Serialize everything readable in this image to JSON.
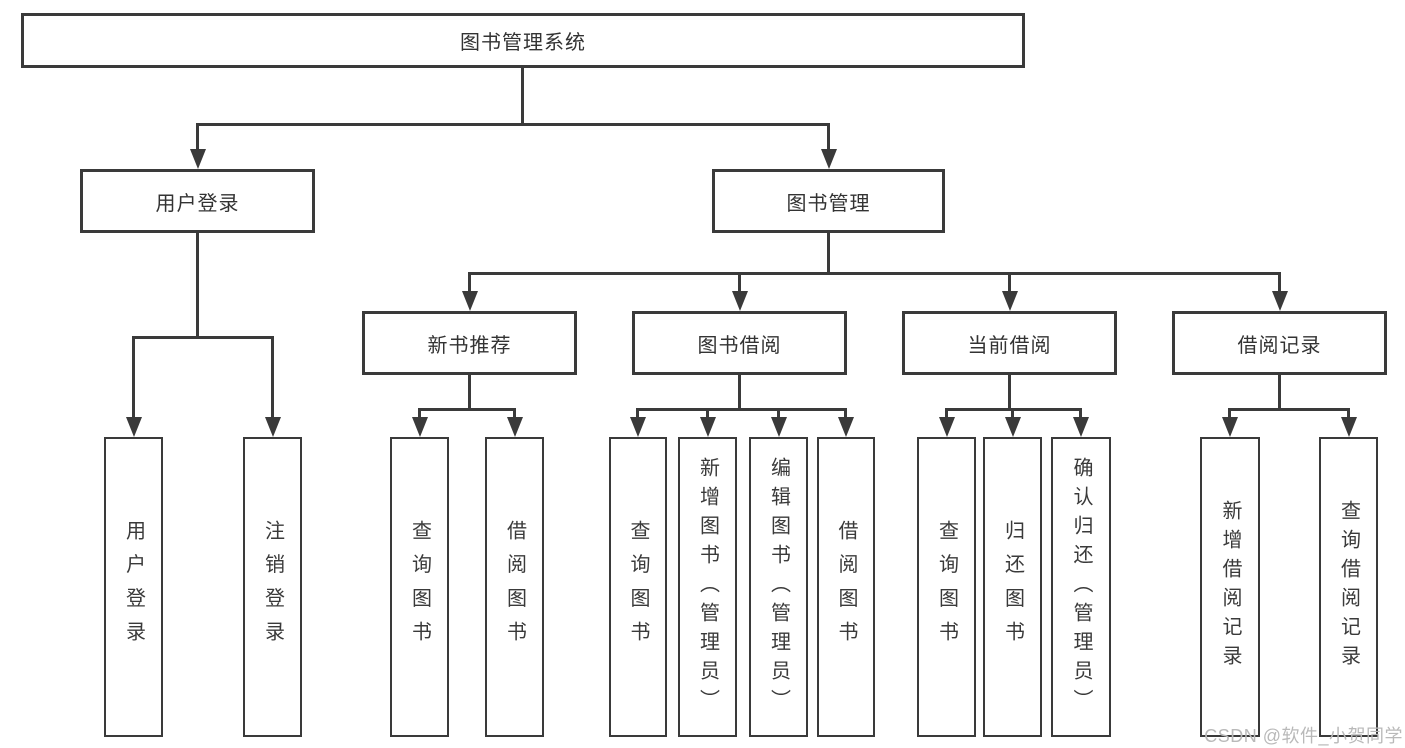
{
  "tree": {
    "root": {
      "label": "图书管理系统"
    },
    "login": {
      "label": "用户登录",
      "children": [
        {
          "label": "用户登录"
        },
        {
          "label": "注销登录"
        }
      ]
    },
    "mgmt": {
      "label": "图书管理",
      "sections": [
        {
          "label": "新书推荐",
          "children": [
            {
              "label": "查询图书"
            },
            {
              "label": "借阅图书"
            }
          ]
        },
        {
          "label": "图书借阅",
          "children": [
            {
              "label": "查询图书"
            },
            {
              "label": "新增图书（管理员）"
            },
            {
              "label": "编辑图书（管理员）"
            },
            {
              "label": "借阅图书"
            }
          ]
        },
        {
          "label": "当前借阅",
          "children": [
            {
              "label": "查询图书"
            },
            {
              "label": "归还图书"
            },
            {
              "label": "确认归还（管理员）"
            }
          ]
        },
        {
          "label": "借阅记录",
          "children": [
            {
              "label": "新增借阅记录"
            },
            {
              "label": "查询借阅记录"
            }
          ]
        }
      ]
    }
  },
  "watermark": {
    "text": "CSDN @软件_小贺同学"
  },
  "style": {
    "line_color": "#3a3a3a",
    "text_color": "#333333",
    "watermark_color": "#b9b9b9",
    "background": "#ffffff"
  }
}
